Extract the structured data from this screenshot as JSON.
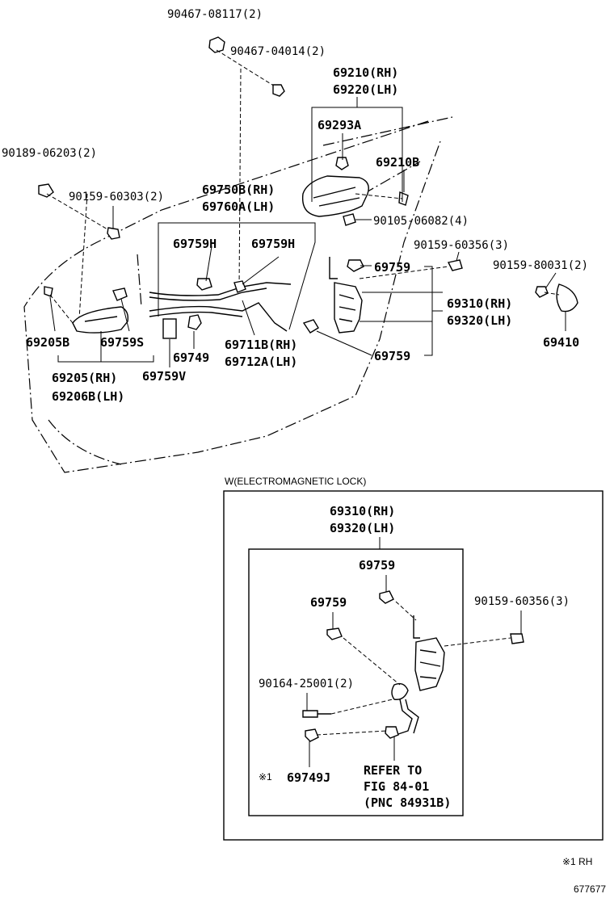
{
  "labels": {
    "p90467_08117": "90467-08117(2)",
    "p90467_04014": "90467-04014(2)",
    "p69210_rh": "69210(RH)",
    "p69220_lh": "69220(LH)",
    "p69293a": "69293A",
    "p69210b": "69210B",
    "p90189_06203": "90189-06203(2)",
    "p90159_60303": "90159-60303(2)",
    "p69750b_rh": "69750B(RH)",
    "p69760a_lh": "69760A(LH)",
    "p90105_06082": "90105-06082(4)",
    "p69759h_a": "69759H",
    "p69759h_b": "69759H",
    "p90159_60356_top": "90159-60356(3)",
    "p90159_80031": "90159-80031(2)",
    "p69759_a": "69759",
    "p69310_rh": "69310(RH)",
    "p69320_lh": "69320(LH)",
    "p69205b": "69205B",
    "p69759s": "69759S",
    "p69711b_rh": "69711B(RH)",
    "p69712a_lh": "69712A(LH)",
    "p69749": "69749",
    "p69759_b": "69759",
    "p69410": "69410",
    "p69205_rh": "69205(RH)",
    "p69759v": "69759V",
    "p69206b_lh": "69206B(LH)"
  },
  "inset": {
    "title": "W(ELECTROMAGNETIC LOCK)",
    "p69310_rh": "69310(RH)",
    "p69320_lh": "69320(LH)",
    "p69759_a": "69759",
    "p69759_b": "69759",
    "p90159_60356": "90159-60356(3)",
    "p90164_25001": "90164-25001(2)",
    "mark": "※1",
    "p69749j": "69749J",
    "refer_1": "REFER TO",
    "refer_2": "FIG 84-01",
    "refer_3": "(PNC 84931B)"
  },
  "footnote": "※1 RH",
  "figure_id": "677677"
}
